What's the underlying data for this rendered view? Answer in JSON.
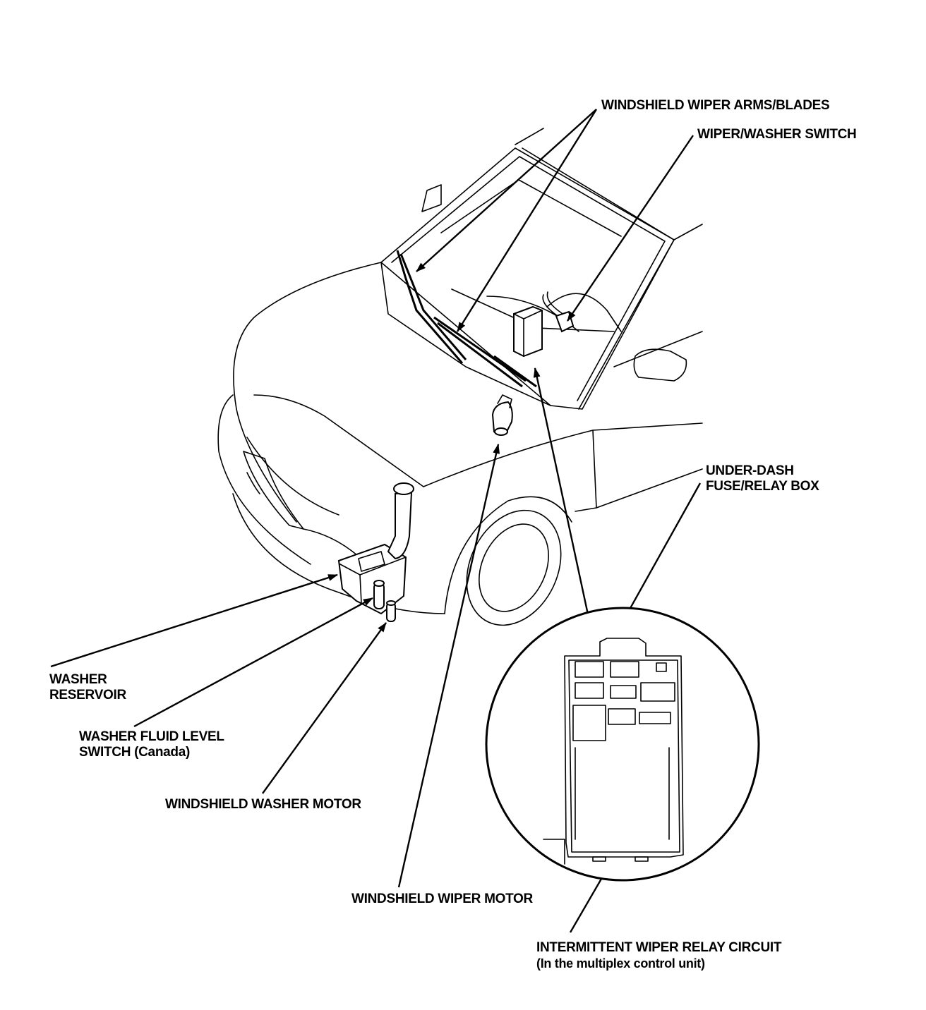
{
  "labels": {
    "wiper_arms": "WINDSHIELD WIPER ARMS/BLADES",
    "wiper_switch": "WIPER/WASHER SWITCH",
    "fuse_box_line1": "UNDER-DASH",
    "fuse_box_line2": "FUSE/RELAY BOX",
    "reservoir_line1": "WASHER",
    "reservoir_line2": "RESERVOIR",
    "fluid_switch_line1": "WASHER FLUID LEVEL",
    "fluid_switch_line2": "SWITCH (Canada)",
    "washer_motor": "WINDSHIELD WASHER MOTOR",
    "wiper_motor": "WINDSHIELD WIPER MOTOR",
    "relay_circuit_line1": "INTERMITTENT WIPER RELAY CIRCUIT",
    "relay_circuit_line2": "(In the multiplex control unit)"
  }
}
